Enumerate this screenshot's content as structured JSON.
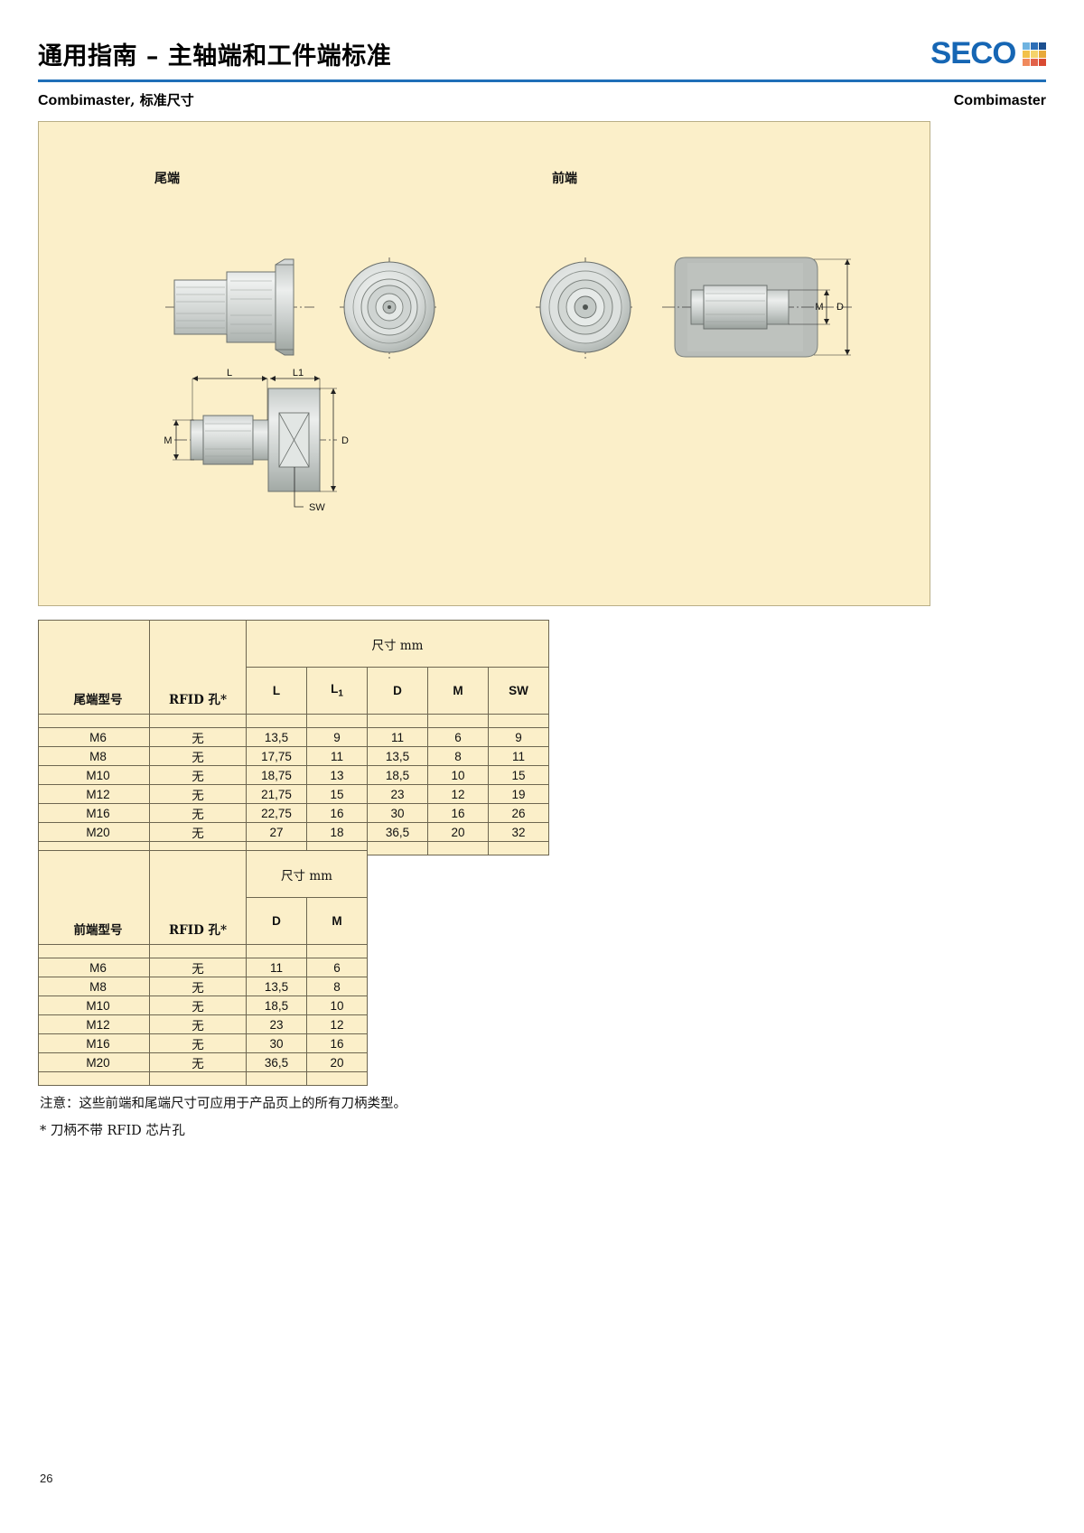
{
  "header": {
    "title": "通用指南 – 主轴端和工件端标准",
    "logo_text": "SECO",
    "logo_colors": [
      "#6fb3e0",
      "#2e6fb7",
      "#1c4f8f",
      "#f2c14a",
      "#f5d36b",
      "#e8a93a",
      "#f08a5d",
      "#e2624a",
      "#d94a32"
    ],
    "accent_color": "#1f6fb8"
  },
  "subhead": {
    "left_bold": "Combimaster",
    "left_rest": ", 标准尺寸",
    "right": "Combimaster"
  },
  "figure": {
    "tail_label": "尾端",
    "front_label": "前端",
    "dimension_marks": {
      "L": "L",
      "L1": "L1",
      "D": "D",
      "M": "M",
      "SW": "SW"
    },
    "background_color": "#fbefc9"
  },
  "table_tail": {
    "col_model": "尾端型号",
    "col_rfid": "RFID 孔*",
    "group_header": "尺寸 mm",
    "columns": [
      "L",
      "L",
      "D",
      "M",
      "SW"
    ],
    "col_l1_sub": "1",
    "rows": [
      {
        "model": "M6",
        "rfid": "无",
        "L": "13,5",
        "L1": "9",
        "D": "11",
        "M": "6",
        "SW": "9"
      },
      {
        "model": "M8",
        "rfid": "无",
        "L": "17,75",
        "L1": "11",
        "D": "13,5",
        "M": "8",
        "SW": "11"
      },
      {
        "model": "M10",
        "rfid": "无",
        "L": "18,75",
        "L1": "13",
        "D": "18,5",
        "M": "10",
        "SW": "15"
      },
      {
        "model": "M12",
        "rfid": "无",
        "L": "21,75",
        "L1": "15",
        "D": "23",
        "M": "12",
        "SW": "19"
      },
      {
        "model": "M16",
        "rfid": "无",
        "L": "22,75",
        "L1": "16",
        "D": "30",
        "M": "16",
        "SW": "26"
      },
      {
        "model": "M20",
        "rfid": "无",
        "L": "27",
        "L1": "18",
        "D": "36,5",
        "M": "20",
        "SW": "32"
      }
    ]
  },
  "table_front": {
    "col_model": "前端型号",
    "col_rfid": "RFID 孔*",
    "group_header": "尺寸 mm",
    "columns": [
      "D",
      "M"
    ],
    "rows": [
      {
        "model": "M6",
        "rfid": "无",
        "D": "11",
        "M": "6"
      },
      {
        "model": "M8",
        "rfid": "无",
        "D": "13,5",
        "M": "8"
      },
      {
        "model": "M10",
        "rfid": "无",
        "D": "18,5",
        "M": "10"
      },
      {
        "model": "M12",
        "rfid": "无",
        "D": "23",
        "M": "12"
      },
      {
        "model": "M16",
        "rfid": "无",
        "D": "30",
        "M": "16"
      },
      {
        "model": "M20",
        "rfid": "无",
        "D": "36,5",
        "M": "20"
      }
    ]
  },
  "notes": {
    "note": "注意：这些前端和尾端尺寸可应用于产品页上的所有刀柄类型。",
    "footnote": "* 刀柄不带 RFID 芯片孔"
  },
  "footer": {
    "page_number": "26"
  }
}
